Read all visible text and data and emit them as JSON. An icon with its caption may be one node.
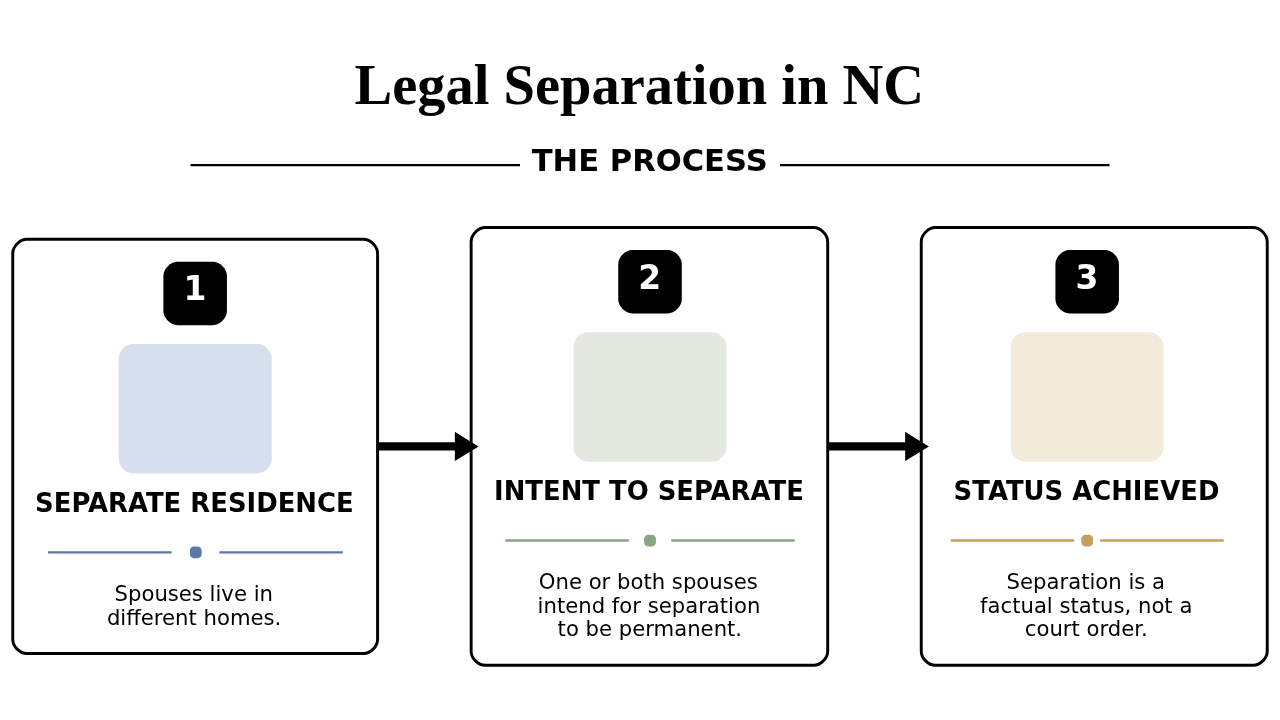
{
  "diagram": {
    "title": "Legal Separation in NC",
    "nodes": [
      {
        "text": [
          "1",
          "SEPARATE RESIDENCE",
          "Spouses live in different homes."
        ]
      },
      {
        "text": [
          "2",
          "INTENT TO SEPARATE",
          "One or both spouses intend for separation to be permanent."
        ]
      },
      {
        "text": [
          "3",
          "STATUS ACHIEVED",
          "Separation is a factual status, not a court order."
        ]
      }
    ],
    "edges": [
      {
        "from": 0,
        "to": 1,
        "arrow": "to"
      },
      {
        "from": 1,
        "to": 2,
        "arrow": "to"
      }
    ],
    "labels": [
      "THE PROCESS"
    ]
  }
}
